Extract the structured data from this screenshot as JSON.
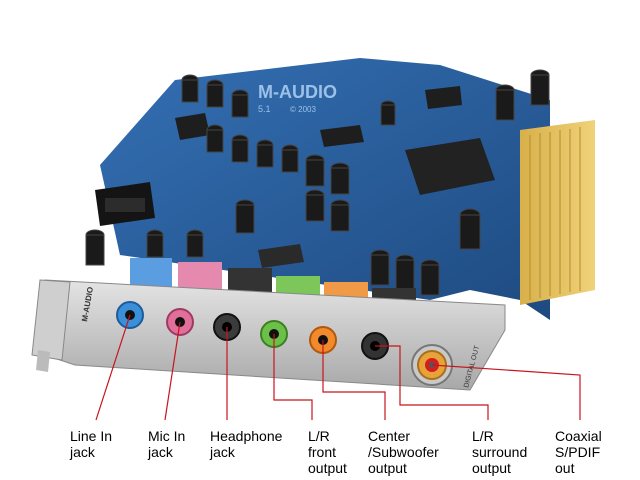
{
  "photo": {
    "subject": "M-Audio 5.1 PCI sound card",
    "board_marking": "M-AUDIO",
    "board_marking_sub": "5.1",
    "board_year": "© 2003",
    "bracket_logo": "M-AUDIO",
    "digital_out_label": "DIGITAL OUT",
    "jack_colors": {
      "line_in": "#3a8fd8",
      "mic_in": "#e06f9a",
      "headphone": "#3b3b3b",
      "front": "#6cc04a",
      "center_sub": "#f08a2c",
      "surround": "#333333",
      "coaxial": "#e8a23a"
    },
    "pcb_color": "#2a5d9a"
  },
  "callouts": [
    {
      "label": "Line In\njack"
    },
    {
      "label": "Mic In\njack"
    },
    {
      "label": "Headphone\njack"
    },
    {
      "label": "L/R\nfront\noutput"
    },
    {
      "label": "Center\n/Subwoofer\noutput"
    },
    {
      "label": "L/R\nsurround\noutput"
    },
    {
      "label": "Coaxial\nS/PDIF\nout"
    }
  ],
  "leader_color": "#c8141e"
}
